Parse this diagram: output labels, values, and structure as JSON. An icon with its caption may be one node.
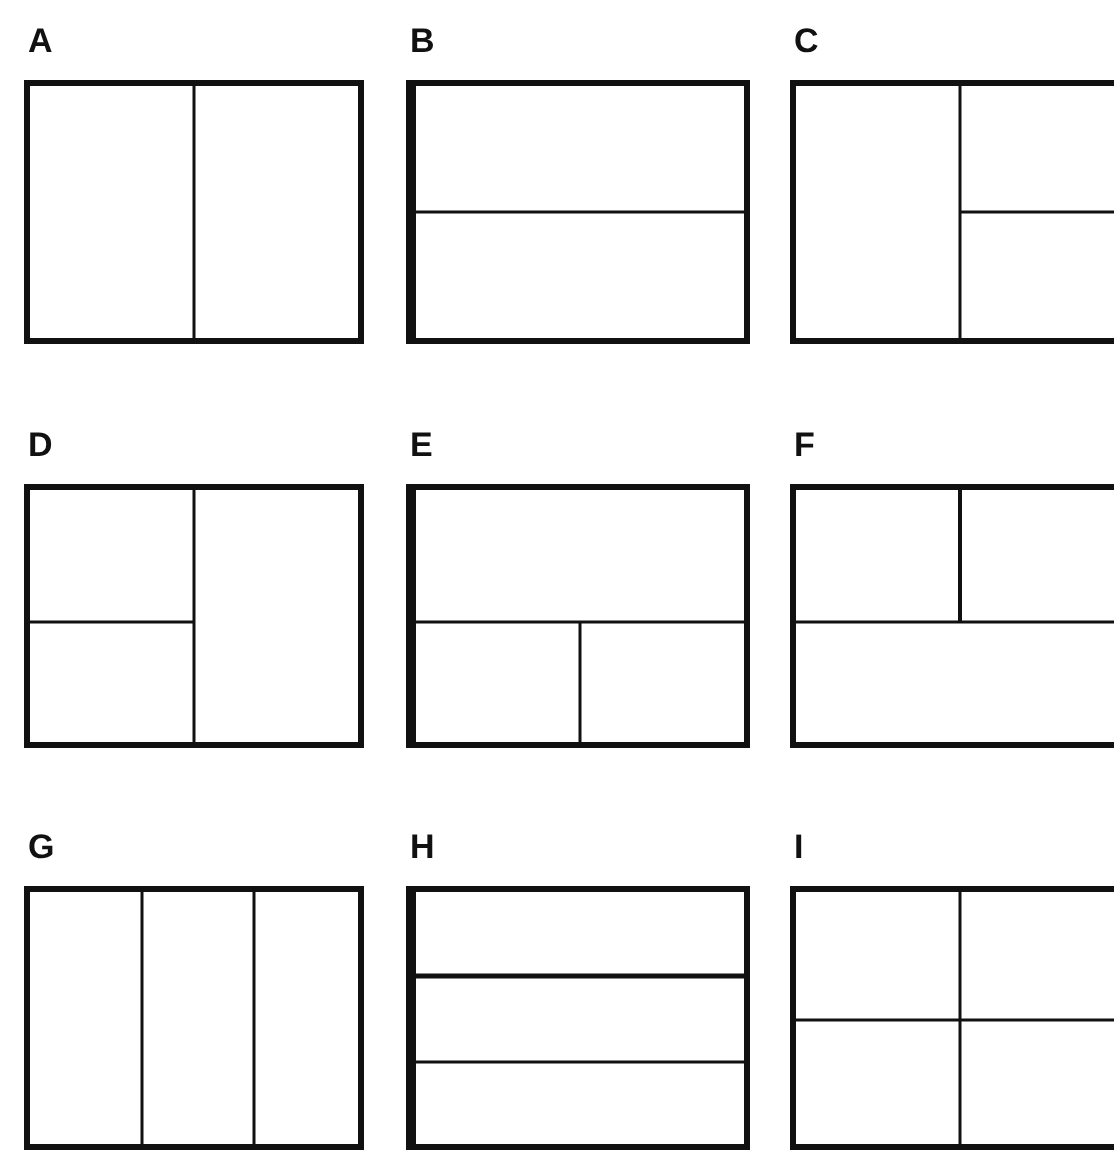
{
  "diagram": {
    "nodes": [
      {
        "text": [
          "A"
        ]
      },
      {
        "text": [
          "B"
        ]
      },
      {
        "text": [
          "C"
        ]
      },
      {
        "text": [
          "D"
        ]
      },
      {
        "text": [
          "E"
        ]
      },
      {
        "text": [
          "F"
        ]
      },
      {
        "text": [
          "G"
        ]
      },
      {
        "text": [
          "H"
        ]
      },
      {
        "text": [
          "I"
        ]
      }
    ]
  }
}
